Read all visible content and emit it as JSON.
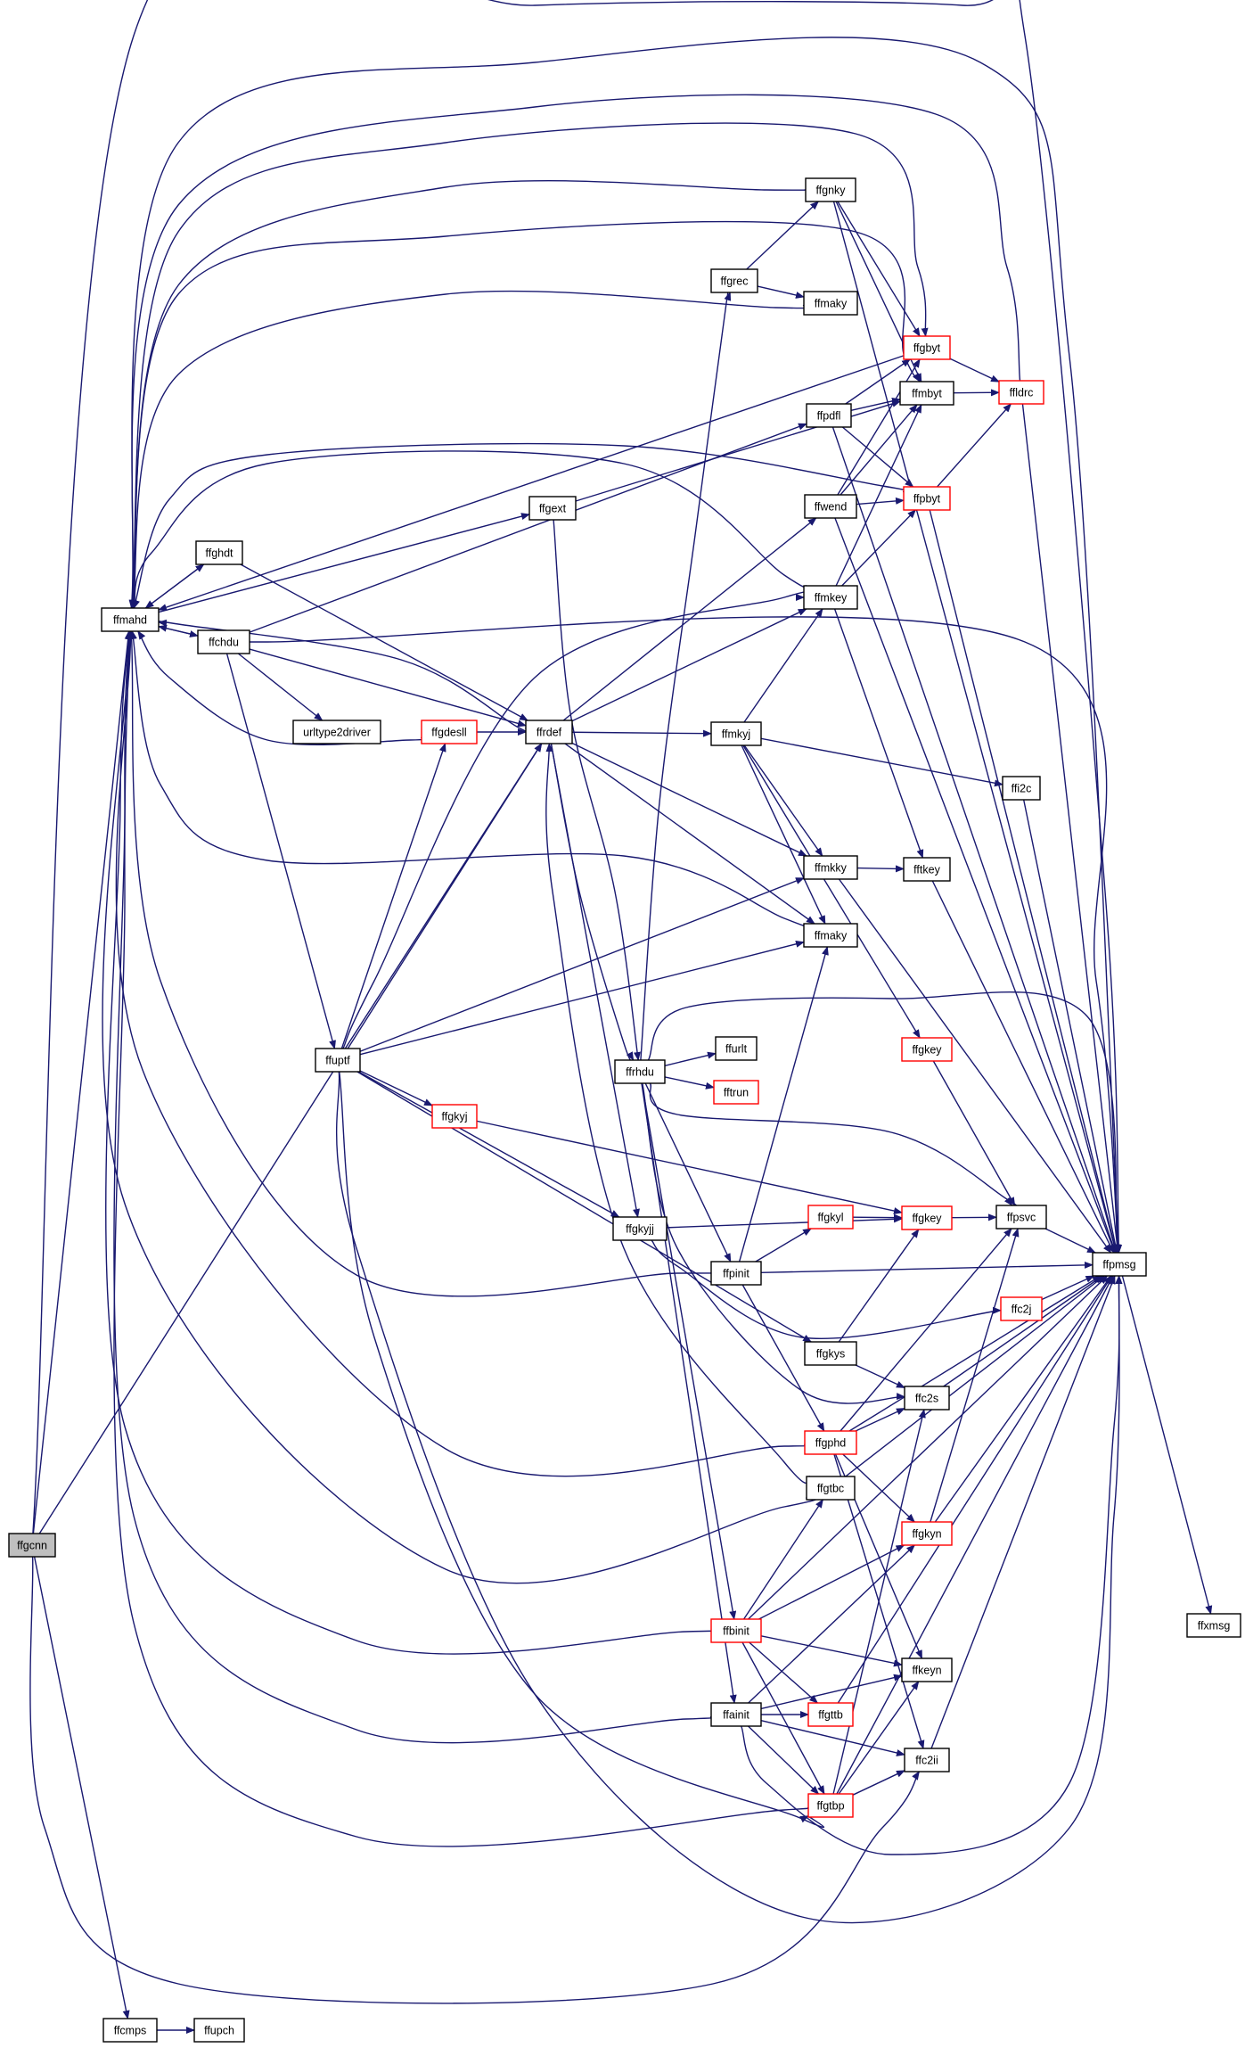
{
  "colors": {
    "edge": "#191970",
    "normal_border": "#000000",
    "truncated_border": "#ff0000",
    "root_fill": "#bfbfbf",
    "node_fill": "#ffffff"
  },
  "nodes": [
    {
      "id": "ffgcnn",
      "label": "ffgcnn",
      "style": "root"
    },
    {
      "id": "ffmahd",
      "label": "ffmahd",
      "style": "normal"
    },
    {
      "id": "ffghdt",
      "label": "ffghdt",
      "style": "normal"
    },
    {
      "id": "ffchdu",
      "label": "ffchdu",
      "style": "normal"
    },
    {
      "id": "urltype2driver",
      "label": "urltype2driver",
      "style": "normal"
    },
    {
      "id": "ffgdesll",
      "label": "ffgdesll",
      "style": "truncated"
    },
    {
      "id": "ffrdef",
      "label": "ffrdef",
      "style": "normal"
    },
    {
      "id": "ffuptf",
      "label": "ffuptf",
      "style": "normal"
    },
    {
      "id": "ffgkyj",
      "label": "ffgkyj",
      "style": "truncated"
    },
    {
      "id": "ffgext",
      "label": "ffgext",
      "style": "normal"
    },
    {
      "id": "ffgrec",
      "label": "ffgrec",
      "style": "normal"
    },
    {
      "id": "ffgnky",
      "label": "ffgnky",
      "style": "normal"
    },
    {
      "id": "ffmaky_top",
      "label": "ffmaky",
      "style": "normal"
    },
    {
      "id": "ffgbyt",
      "label": "ffgbyt",
      "style": "truncated"
    },
    {
      "id": "ffmbyt",
      "label": "ffmbyt",
      "style": "normal"
    },
    {
      "id": "ffldrc",
      "label": "ffldrc",
      "style": "truncated"
    },
    {
      "id": "ffpdfl",
      "label": "ffpdfl",
      "style": "normal"
    },
    {
      "id": "ffwend",
      "label": "ffwend",
      "style": "normal"
    },
    {
      "id": "ffpbyt",
      "label": "ffpbyt",
      "style": "truncated"
    },
    {
      "id": "ffmkey",
      "label": "ffmkey",
      "style": "normal"
    },
    {
      "id": "ffmkyj",
      "label": "ffmkyj",
      "style": "normal"
    },
    {
      "id": "ffi2c",
      "label": "ffi2c",
      "style": "normal"
    },
    {
      "id": "ffmkky",
      "label": "ffmkky",
      "style": "normal"
    },
    {
      "id": "fftkey",
      "label": "fftkey",
      "style": "normal"
    },
    {
      "id": "ffmaky_mid",
      "label": "ffmaky",
      "style": "normal"
    },
    {
      "id": "ffrhdu",
      "label": "ffrhdu",
      "style": "normal"
    },
    {
      "id": "ffurlt",
      "label": "ffurlt",
      "style": "normal"
    },
    {
      "id": "fftrun",
      "label": "fftrun",
      "style": "truncated"
    },
    {
      "id": "ffgkey_mid",
      "label": "ffgkey",
      "style": "truncated"
    },
    {
      "id": "ffgkyjj",
      "label": "ffgkyjj",
      "style": "normal"
    },
    {
      "id": "ffgkyl",
      "label": "ffgkyl",
      "style": "truncated"
    },
    {
      "id": "ffgkey",
      "label": "ffgkey",
      "style": "truncated"
    },
    {
      "id": "ffpsvc",
      "label": "ffpsvc",
      "style": "normal"
    },
    {
      "id": "ffpinit",
      "label": "ffpinit",
      "style": "normal"
    },
    {
      "id": "ffpmsg",
      "label": "ffpmsg",
      "style": "normal"
    },
    {
      "id": "ffc2j",
      "label": "ffc2j",
      "style": "truncated"
    },
    {
      "id": "ffgkys",
      "label": "ffgkys",
      "style": "normal"
    },
    {
      "id": "ffc2s",
      "label": "ffc2s",
      "style": "normal"
    },
    {
      "id": "ffgphd",
      "label": "ffgphd",
      "style": "truncated"
    },
    {
      "id": "ffgtbc",
      "label": "ffgtbc",
      "style": "normal"
    },
    {
      "id": "ffgkyn",
      "label": "ffgkyn",
      "style": "truncated"
    },
    {
      "id": "ffxmsg",
      "label": "ffxmsg",
      "style": "normal"
    },
    {
      "id": "ffbinit",
      "label": "ffbinit",
      "style": "truncated"
    },
    {
      "id": "ffkeyn",
      "label": "ffkeyn",
      "style": "normal"
    },
    {
      "id": "ffainit",
      "label": "ffainit",
      "style": "normal"
    },
    {
      "id": "ffgttb",
      "label": "ffgttb",
      "style": "truncated"
    },
    {
      "id": "ffc2ii",
      "label": "ffc2ii",
      "style": "normal"
    },
    {
      "id": "ffgtbp",
      "label": "ffgtbp",
      "style": "truncated"
    },
    {
      "id": "ffcmps",
      "label": "ffcmps",
      "style": "normal"
    },
    {
      "id": "ffupch",
      "label": "ffupch",
      "style": "normal"
    }
  ],
  "edges": [
    [
      "ffgcnn",
      "ffmahd"
    ],
    [
      "ffgcnn",
      "ffrdef"
    ],
    [
      "ffgcnn",
      "ffpmsg"
    ],
    [
      "ffgcnn",
      "ffc2ii"
    ],
    [
      "ffgcnn",
      "ffcmps"
    ],
    [
      "ffmahd",
      "ffghdt"
    ],
    [
      "ffmahd",
      "ffchdu"
    ],
    [
      "ffmahd",
      "ffgext"
    ],
    [
      "ffmahd",
      "ffgbyt"
    ],
    [
      "ffmahd",
      "ffmbyt"
    ],
    [
      "ffmahd",
      "ffpmsg"
    ],
    [
      "ffghdt",
      "ffmahd"
    ],
    [
      "ffghdt",
      "ffrdef"
    ],
    [
      "ffchdu",
      "ffmahd"
    ],
    [
      "ffchdu",
      "urltype2driver"
    ],
    [
      "ffchdu",
      "ffrdef"
    ],
    [
      "ffchdu",
      "ffuptf"
    ],
    [
      "ffchdu",
      "ffpdfl"
    ],
    [
      "ffchdu",
      "ffpmsg"
    ],
    [
      "ffgdesll",
      "ffmahd"
    ],
    [
      "ffgdesll",
      "ffrdef"
    ],
    [
      "ffrdef",
      "ffmahd"
    ],
    [
      "ffrdef",
      "ffwend"
    ],
    [
      "ffrdef",
      "ffmkey"
    ],
    [
      "ffrdef",
      "ffmkyj"
    ],
    [
      "ffrdef",
      "ffmkky"
    ],
    [
      "ffrdef",
      "ffmaky_mid"
    ],
    [
      "ffrdef",
      "ffrhdu"
    ],
    [
      "ffrdef",
      "ffgkyjj"
    ],
    [
      "ffuptf",
      "ffgdesll"
    ],
    [
      "ffuptf",
      "ffrdef"
    ],
    [
      "ffuptf",
      "ffmkey"
    ],
    [
      "ffuptf",
      "ffmkky"
    ],
    [
      "ffuptf",
      "ffmaky_mid"
    ],
    [
      "ffuptf",
      "ffgkyj"
    ],
    [
      "ffuptf",
      "ffgkyjj"
    ],
    [
      "ffuptf",
      "ffgkys"
    ],
    [
      "ffuptf",
      "ffpmsg"
    ],
    [
      "ffuptf",
      "ffgtbp"
    ],
    [
      "ffgkyj",
      "ffgkey"
    ],
    [
      "ffgext",
      "ffmbyt"
    ],
    [
      "ffgext",
      "ffrhdu"
    ],
    [
      "ffgrec",
      "ffgnky"
    ],
    [
      "ffgrec",
      "ffmaky_top"
    ],
    [
      "ffgnky",
      "ffmahd"
    ],
    [
      "ffgnky",
      "ffgbyt"
    ],
    [
      "ffgnky",
      "ffmbyt"
    ],
    [
      "ffgnky",
      "ffpmsg"
    ],
    [
      "ffmaky_top",
      "ffmahd"
    ],
    [
      "ffgbyt",
      "ffmahd"
    ],
    [
      "ffgbyt",
      "ffldrc"
    ],
    [
      "ffmbyt",
      "ffldrc"
    ],
    [
      "ffldrc",
      "ffmahd"
    ],
    [
      "ffldrc",
      "ffpmsg"
    ],
    [
      "ffpdfl",
      "ffmbyt"
    ],
    [
      "ffpdfl",
      "ffgbyt"
    ],
    [
      "ffpdfl",
      "ffpbyt"
    ],
    [
      "ffpdfl",
      "ffpmsg"
    ],
    [
      "ffwend",
      "ffpbyt"
    ],
    [
      "ffwend",
      "ffmbyt"
    ],
    [
      "ffwend",
      "ffgbyt"
    ],
    [
      "ffwend",
      "ffpmsg"
    ],
    [
      "ffpbyt",
      "ffmahd"
    ],
    [
      "ffpbyt",
      "ffldrc"
    ],
    [
      "ffpbyt",
      "ffpmsg"
    ],
    [
      "ffmkey",
      "ffmahd"
    ],
    [
      "ffmkey",
      "ffmbyt"
    ],
    [
      "ffmkey",
      "ffpbyt"
    ],
    [
      "ffmkey",
      "fftkey"
    ],
    [
      "ffmkyj",
      "ffmkey"
    ],
    [
      "ffmkyj",
      "ffi2c"
    ],
    [
      "ffmkyj",
      "ffmkky"
    ],
    [
      "ffmkyj",
      "ffmaky_mid"
    ],
    [
      "ffmkyj",
      "ffgkey_mid"
    ],
    [
      "ffi2c",
      "ffpmsg"
    ],
    [
      "ffmkky",
      "fftkey"
    ],
    [
      "ffmkky",
      "ffpmsg"
    ],
    [
      "fftkey",
      "ffpmsg"
    ],
    [
      "ffmaky_mid",
      "ffmahd"
    ],
    [
      "ffrhdu",
      "ffgrec"
    ],
    [
      "ffrhdu",
      "ffurlt"
    ],
    [
      "ffrhdu",
      "fftrun"
    ],
    [
      "ffrhdu",
      "ffpsvc"
    ],
    [
      "ffrhdu",
      "ffpmsg"
    ],
    [
      "ffrhdu",
      "ffpinit"
    ],
    [
      "ffrhdu",
      "ffbinit"
    ],
    [
      "ffrhdu",
      "ffainit"
    ],
    [
      "ffrhdu",
      "ffc2s"
    ],
    [
      "ffgkey_mid",
      "ffpsvc"
    ],
    [
      "ffgkyjj",
      "ffgkey"
    ],
    [
      "ffgkyjj",
      "ffc2j"
    ],
    [
      "ffgkyl",
      "ffgkey"
    ],
    [
      "ffgkey",
      "ffpsvc"
    ],
    [
      "ffpsvc",
      "ffpmsg"
    ],
    [
      "ffpinit",
      "ffmahd"
    ],
    [
      "ffpinit",
      "ffgkyl"
    ],
    [
      "ffpinit",
      "ffmaky_mid"
    ],
    [
      "ffpinit",
      "ffpmsg"
    ],
    [
      "ffpinit",
      "ffgphd"
    ],
    [
      "ffpmsg",
      "ffxmsg"
    ],
    [
      "ffc2j",
      "ffpmsg"
    ],
    [
      "ffgkys",
      "ffgkey"
    ],
    [
      "ffgkys",
      "ffc2s"
    ],
    [
      "ffc2s",
      "ffpmsg"
    ],
    [
      "ffgphd",
      "ffmahd"
    ],
    [
      "ffgphd",
      "ffpsvc"
    ],
    [
      "ffgphd",
      "ffc2s"
    ],
    [
      "ffgphd",
      "ffpmsg"
    ],
    [
      "ffgphd",
      "ffgkyn"
    ],
    [
      "ffgphd",
      "ffkeyn"
    ],
    [
      "ffgphd",
      "ffc2ii"
    ],
    [
      "ffgtbc",
      "ffmahd"
    ],
    [
      "ffgtbc",
      "ffrdef"
    ],
    [
      "ffgtbc",
      "ffpmsg"
    ],
    [
      "ffgkyn",
      "ffpsvc"
    ],
    [
      "ffgkyn",
      "ffpmsg"
    ],
    [
      "ffbinit",
      "ffmahd"
    ],
    [
      "ffbinit",
      "ffgtbc"
    ],
    [
      "ffbinit",
      "ffgkyn"
    ],
    [
      "ffbinit",
      "ffkeyn"
    ],
    [
      "ffbinit",
      "ffpmsg"
    ],
    [
      "ffbinit",
      "ffgttb"
    ],
    [
      "ffbinit",
      "ffgtbp"
    ],
    [
      "ffainit",
      "ffmahd"
    ],
    [
      "ffainit",
      "ffgttb"
    ],
    [
      "ffainit",
      "ffkeyn"
    ],
    [
      "ffainit",
      "ffgkyn"
    ],
    [
      "ffainit",
      "ffpmsg"
    ],
    [
      "ffainit",
      "ffgtbp"
    ],
    [
      "ffainit",
      "ffc2ii"
    ],
    [
      "ffgttb",
      "ffpmsg"
    ],
    [
      "ffc2ii",
      "ffpmsg"
    ],
    [
      "ffgtbp",
      "ffmahd"
    ],
    [
      "ffgtbp",
      "ffc2s"
    ],
    [
      "ffgtbp",
      "ffc2ii"
    ],
    [
      "ffgtbp",
      "ffpmsg"
    ],
    [
      "ffgtbp",
      "ffkeyn"
    ],
    [
      "ffcmps",
      "ffupch"
    ]
  ]
}
